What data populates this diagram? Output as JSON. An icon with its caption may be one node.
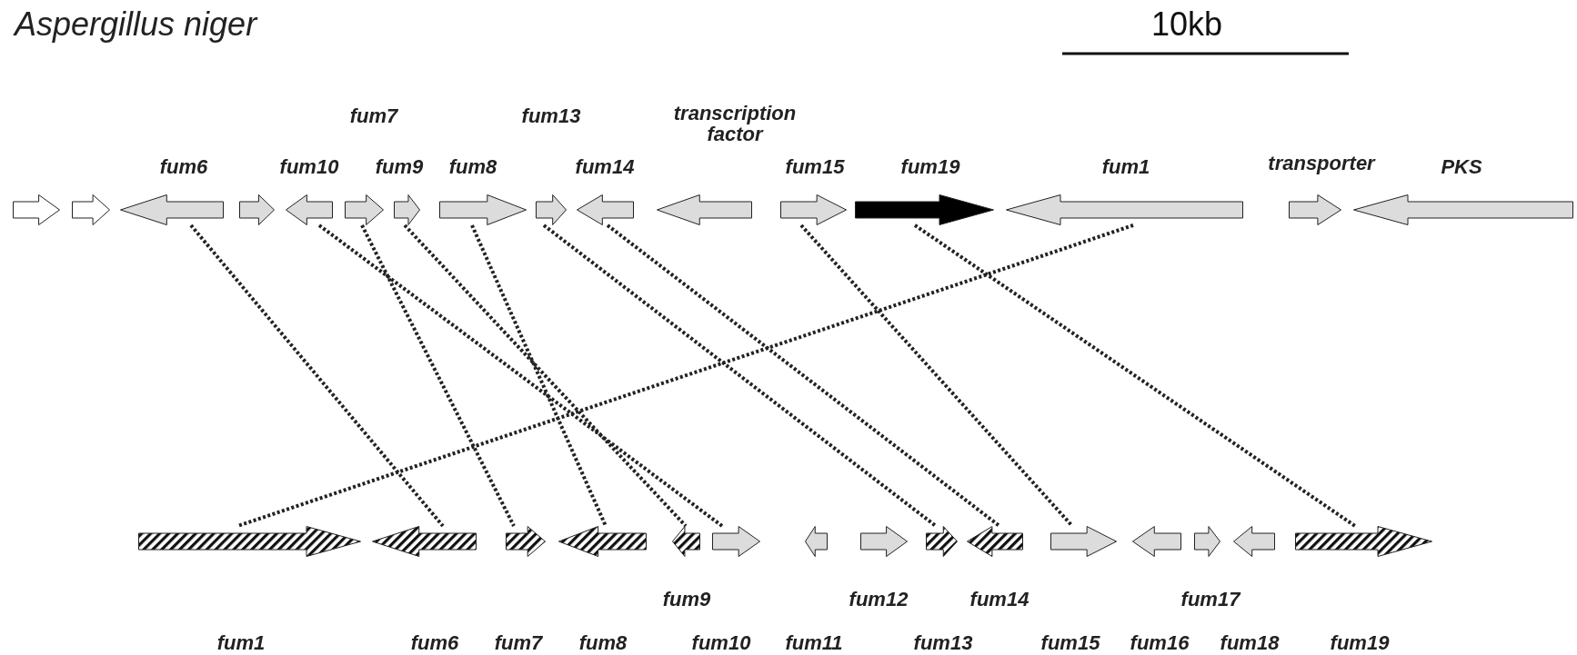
{
  "diagram": {
    "title": "Aspergillus niger",
    "nodes": [
      {
        "text": [],
        "shape": "arrow"
      },
      {
        "text": [],
        "shape": "arrow"
      },
      {
        "text": [
          "fum6"
        ]
      },
      {
        "text": [],
        "shape": "arrow"
      },
      {
        "text": [
          "fum10"
        ]
      },
      {
        "text": [
          "fum7"
        ]
      },
      {
        "text": [
          "fum9"
        ]
      },
      {
        "text": [
          "fum8"
        ]
      },
      {
        "text": [
          "fum13"
        ]
      },
      {
        "text": [
          "fum14"
        ]
      },
      {
        "text": [
          "transcription factor"
        ]
      },
      {
        "text": [
          "fum15"
        ]
      },
      {
        "text": [
          "fum19"
        ]
      },
      {
        "text": [
          "fum1"
        ]
      },
      {
        "text": [
          "transporter"
        ]
      },
      {
        "text": [
          "PKS"
        ]
      },
      {
        "text": [
          "fum1"
        ]
      },
      {
        "text": [
          "fum6"
        ]
      },
      {
        "text": [
          "fum7"
        ]
      },
      {
        "text": [
          "fum8"
        ]
      },
      {
        "text": [
          "fum9"
        ]
      },
      {
        "text": [
          "fum10"
        ]
      },
      {
        "text": [
          "fum11"
        ]
      },
      {
        "text": [
          "fum12"
        ]
      },
      {
        "text": [
          "fum13"
        ]
      },
      {
        "text": [
          "fum14"
        ]
      },
      {
        "text": [
          "fum15"
        ]
      },
      {
        "text": [
          "fum16"
        ]
      },
      {
        "text": [
          "fum17"
        ]
      },
      {
        "text": [
          "fum18"
        ]
      },
      {
        "text": [
          "fum19"
        ]
      }
    ],
    "edges": [
      {
        "from": 2,
        "to": 17,
        "arrow": "none",
        "style": "dashed"
      },
      {
        "from": 4,
        "to": 21,
        "arrow": "none",
        "style": "dashed"
      },
      {
        "from": 5,
        "to": 18,
        "arrow": "none",
        "style": "dashed"
      },
      {
        "from": 6,
        "to": 20,
        "arrow": "none",
        "style": "dashed"
      },
      {
        "from": 7,
        "to": 19,
        "arrow": "none",
        "style": "dashed"
      },
      {
        "from": 8,
        "to": 24,
        "arrow": "none",
        "style": "dashed"
      },
      {
        "from": 9,
        "to": 25,
        "arrow": "none",
        "style": "dashed"
      },
      {
        "from": 11,
        "to": 26,
        "arrow": "none",
        "style": "dashed"
      },
      {
        "from": 12,
        "to": 30,
        "arrow": "none",
        "style": "dashed"
      },
      {
        "from": 13,
        "to": 16,
        "arrow": "none",
        "style": "dashed"
      }
    ],
    "labels": [
      "10kb"
    ]
  }
}
